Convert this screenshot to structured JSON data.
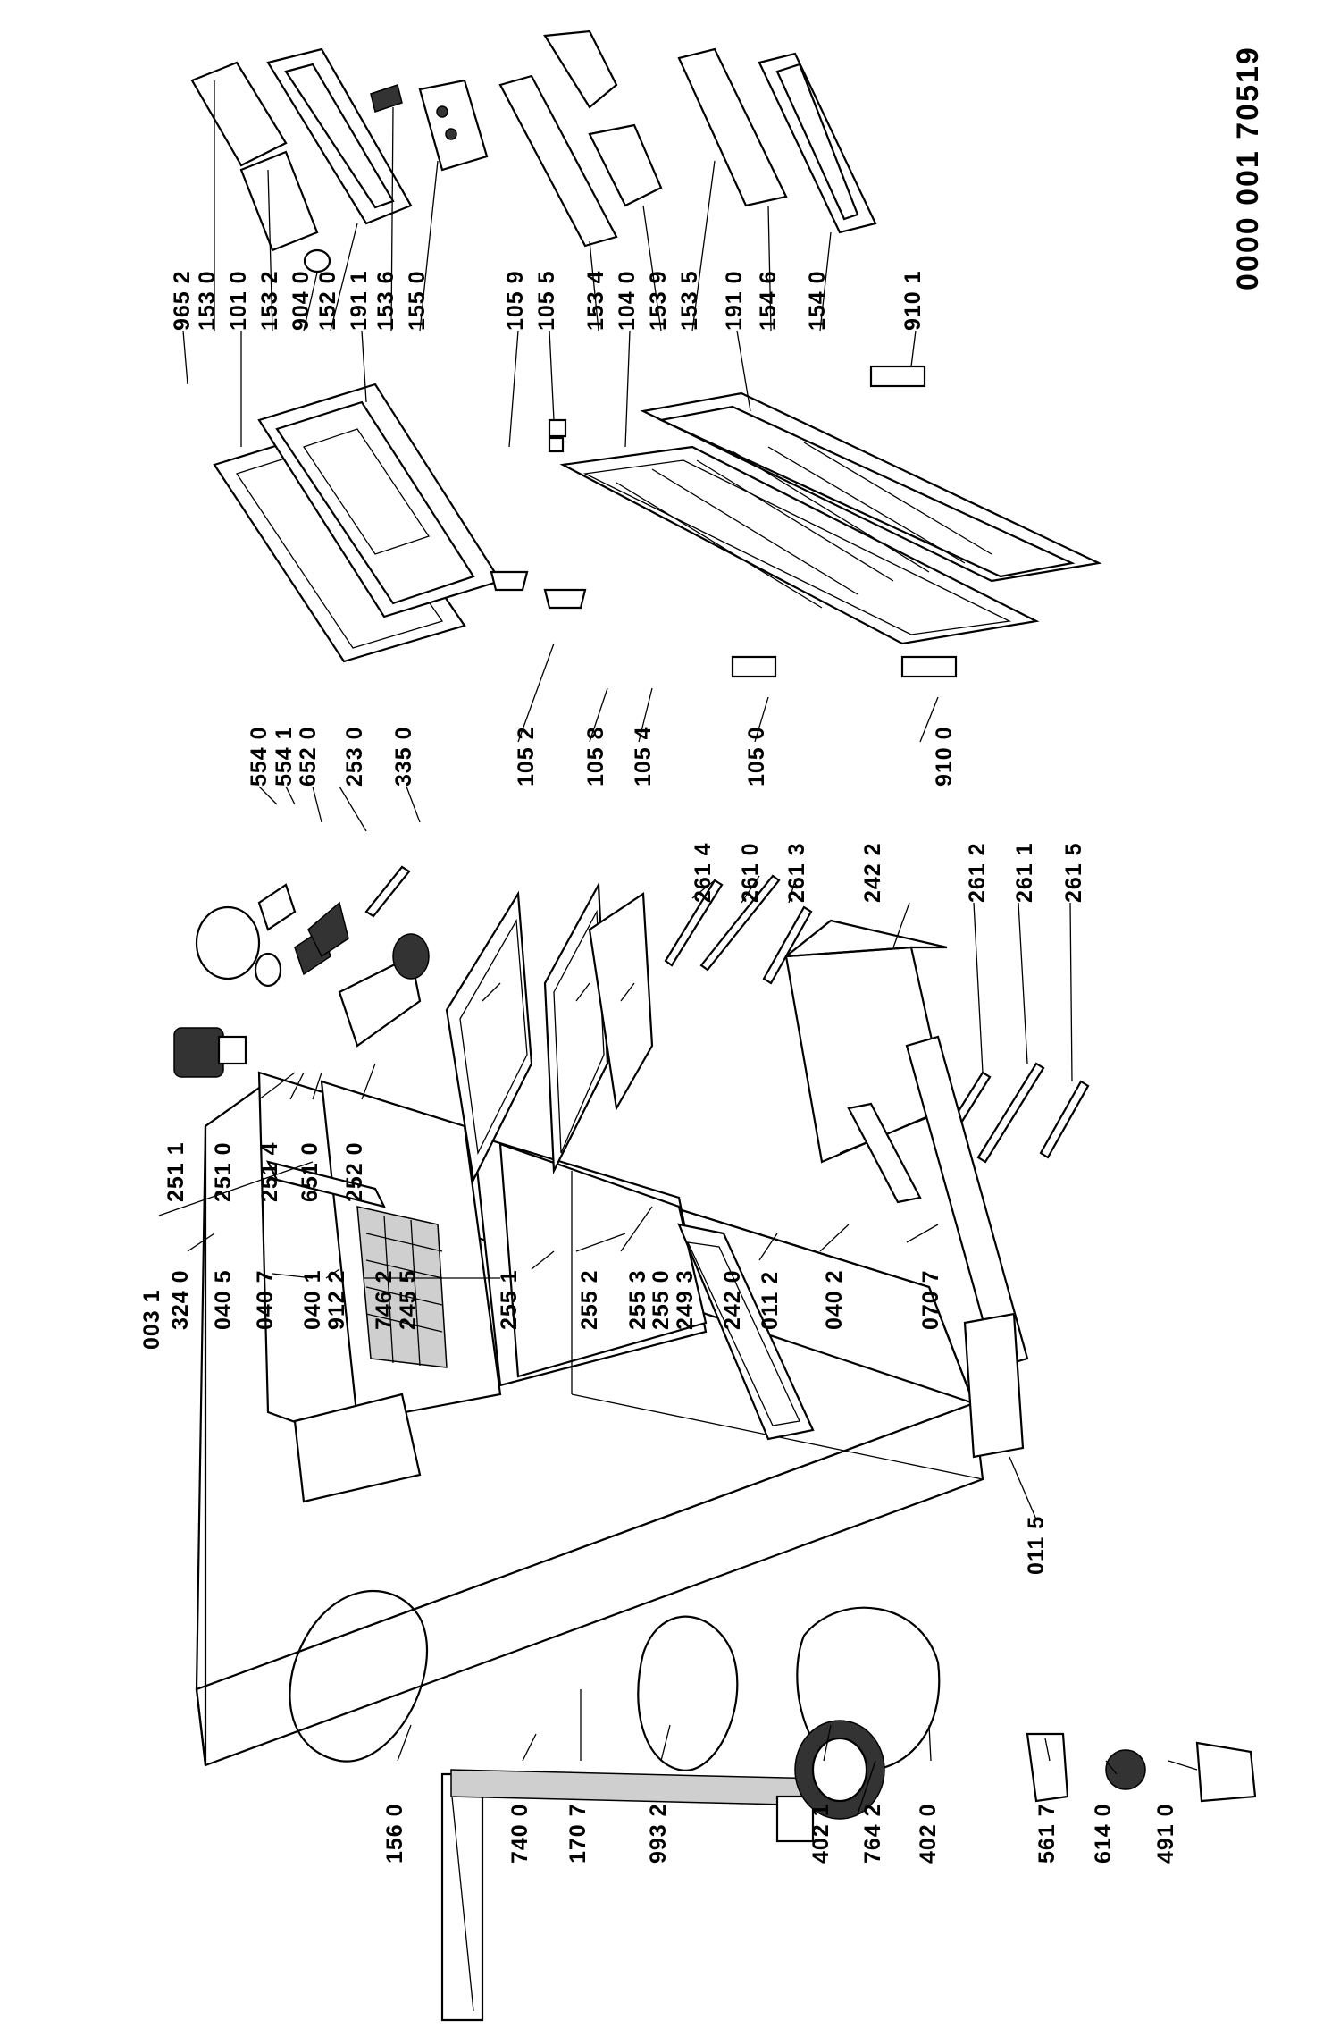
{
  "document_code": "0000 001 70519",
  "callouts": [
    "003 1",
    "324 0",
    "040 5",
    "040 7",
    "040 1",
    "912 2",
    "746 2",
    "245 5",
    "255 1",
    "255 2",
    "255 3",
    "255 0",
    "249 3",
    "242 0",
    "011 2",
    "040 2",
    "070 7",
    "251 1",
    "251 0",
    "251 4",
    "651 0",
    "252 0",
    "554 0",
    "554 1",
    "652 0",
    "253 0",
    "335 0",
    "105 2",
    "105 8",
    "105 4",
    "105 0",
    "910 0",
    "261 4",
    "261 0",
    "261 3",
    "242 2",
    "261 2",
    "261 1",
    "261 5",
    "965 2",
    "153 0",
    "101 0",
    "153 2",
    "904 0",
    "152 0",
    "191 1",
    "153 6",
    "155 0",
    "105 9",
    "105 5",
    "153 4",
    "104 0",
    "153 9",
    "153 5",
    "191 0",
    "154 6",
    "154 0",
    "910 1",
    "156 0",
    "740 0",
    "170 7",
    "993 2",
    "402 1",
    "764 2",
    "402 0",
    "561 7",
    "614 0",
    "491 0",
    "011 5"
  ]
}
